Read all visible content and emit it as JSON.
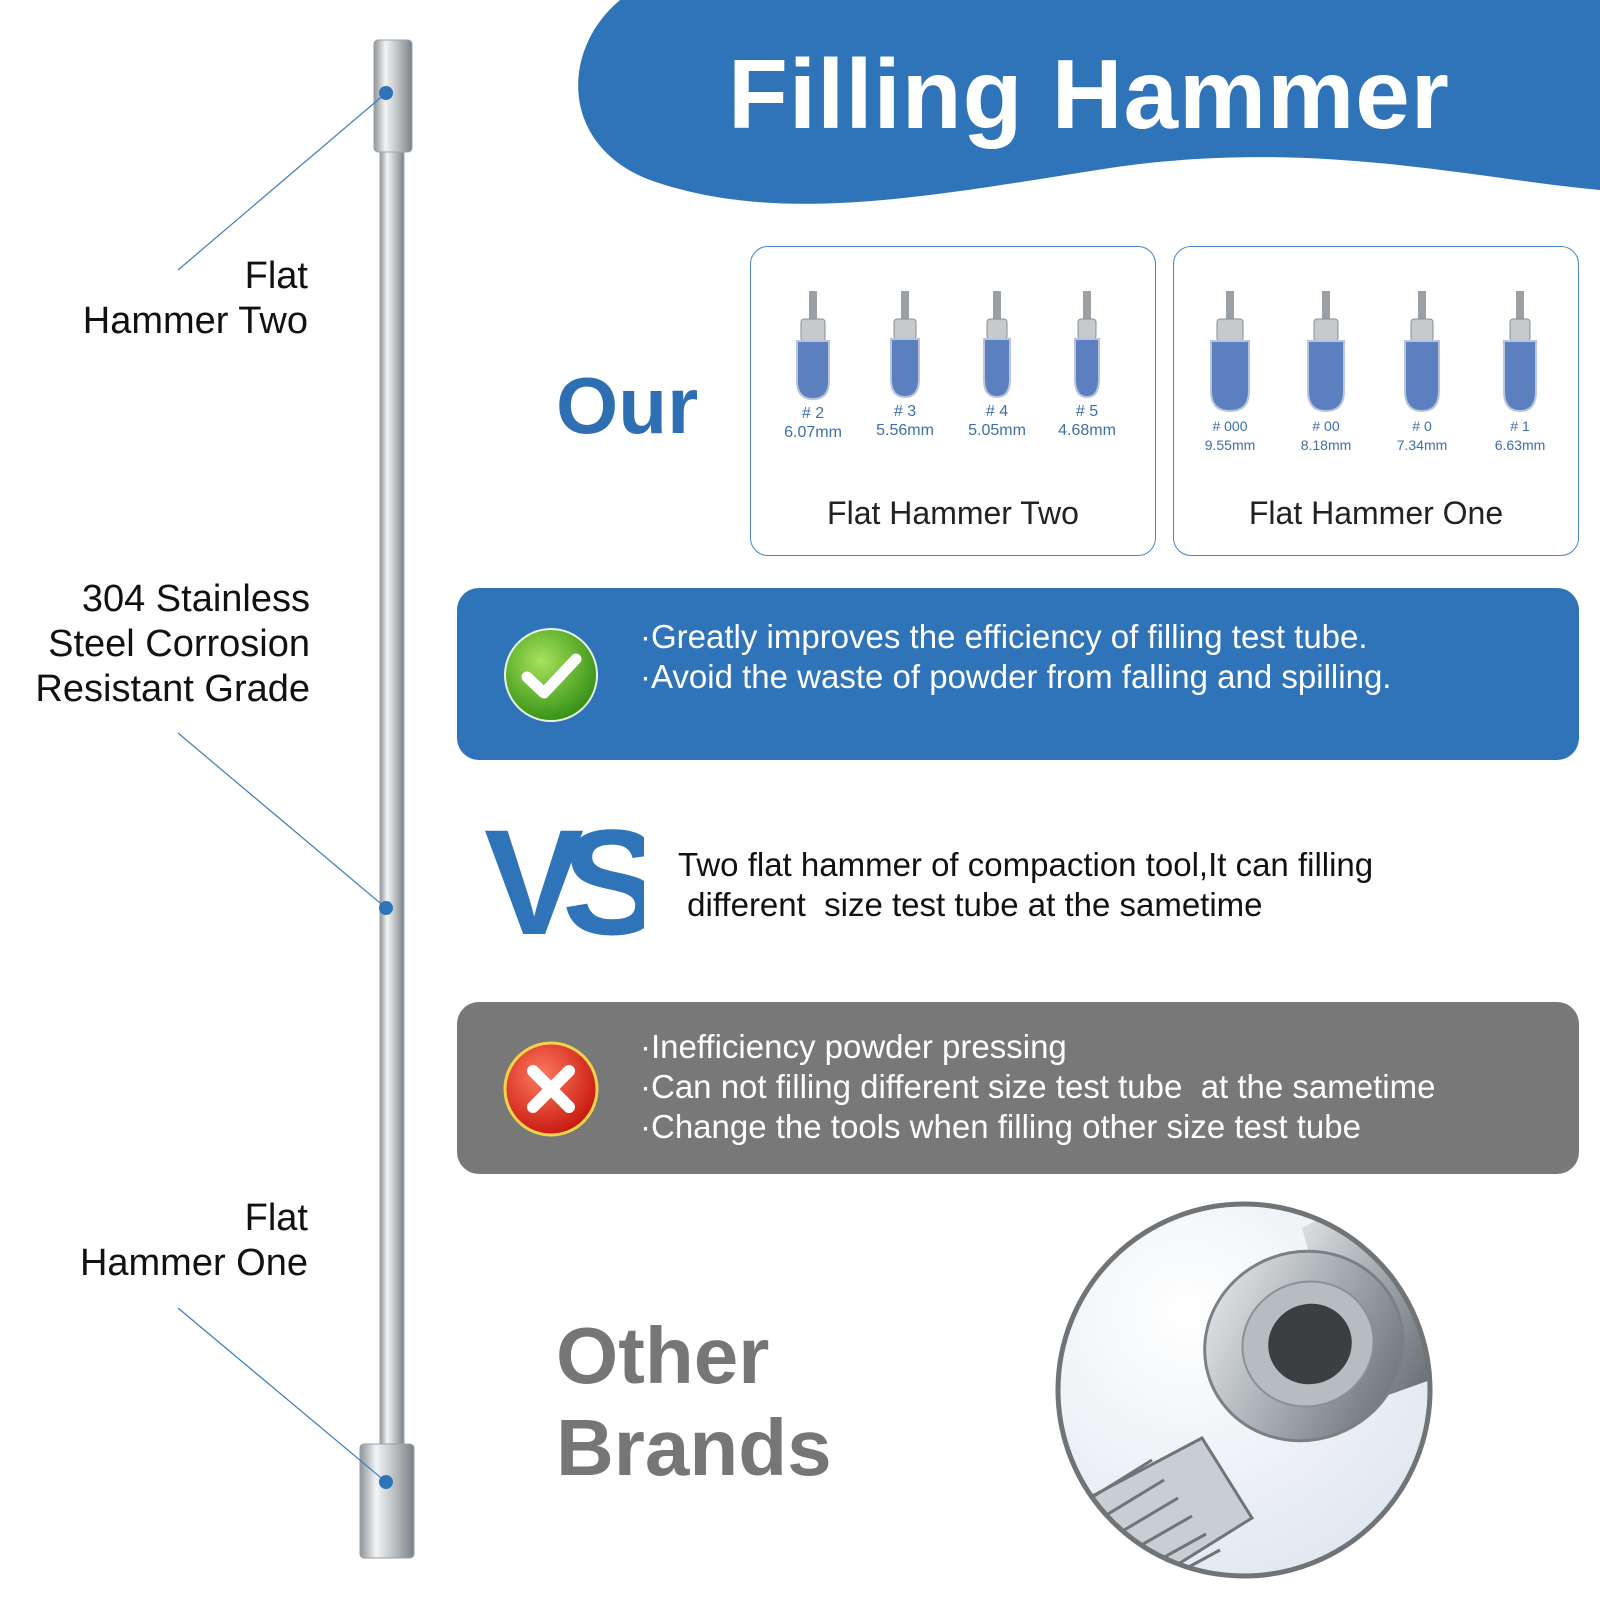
{
  "title": "Filling Hammer",
  "colors": {
    "brand_blue": "#2f74b9",
    "gray": "#787878",
    "check_green": "#3aa81f",
    "cross_red": "#e0261c"
  },
  "rod_callouts": {
    "top": [
      "Flat",
      "Hammer Two"
    ],
    "middle": [
      "304 Stainless",
      "Steel Corrosion",
      "Resistant Grade"
    ],
    "bottom": [
      "Flat",
      "Hammer One"
    ]
  },
  "our": {
    "heading": "Our",
    "panels": [
      {
        "caption": "Flat Hammer Two",
        "tubes": [
          {
            "number": "# 2",
            "size": "6.07mm"
          },
          {
            "number": "# 3",
            "size": "5.56mm"
          },
          {
            "number": "# 4",
            "size": "5.05mm"
          },
          {
            "number": "# 5",
            "size": "4.68mm"
          }
        ]
      },
      {
        "caption": "Flat Hammer One",
        "tubes": [
          {
            "number": "# 000",
            "size": "9.55mm"
          },
          {
            "number": "# 00",
            "size": "8.18mm"
          },
          {
            "number": "# 0",
            "size": "7.34mm"
          },
          {
            "number": "# 1",
            "size": "6.63mm"
          }
        ]
      }
    ],
    "pros": [
      "·Greatly improves the efficiency of filling test tube.",
      "·Avoid the waste of powder from falling and spilling."
    ]
  },
  "vs": {
    "icon": "vs-mark",
    "lines": [
      "Two flat hammer of compaction tool,It can filling",
      " different  size test tube at the sametime"
    ]
  },
  "other": {
    "heading_lines": [
      "Other",
      "Brands"
    ],
    "cons": [
      "·Inefficiency powder pressing",
      "·Can not filling different size test tube  at the sametime",
      "·Change the tools when filling other size test tube"
    ]
  },
  "icons": {
    "pros": "check-icon",
    "cons": "cross-icon",
    "closeup": "threaded-tool-closeup"
  }
}
